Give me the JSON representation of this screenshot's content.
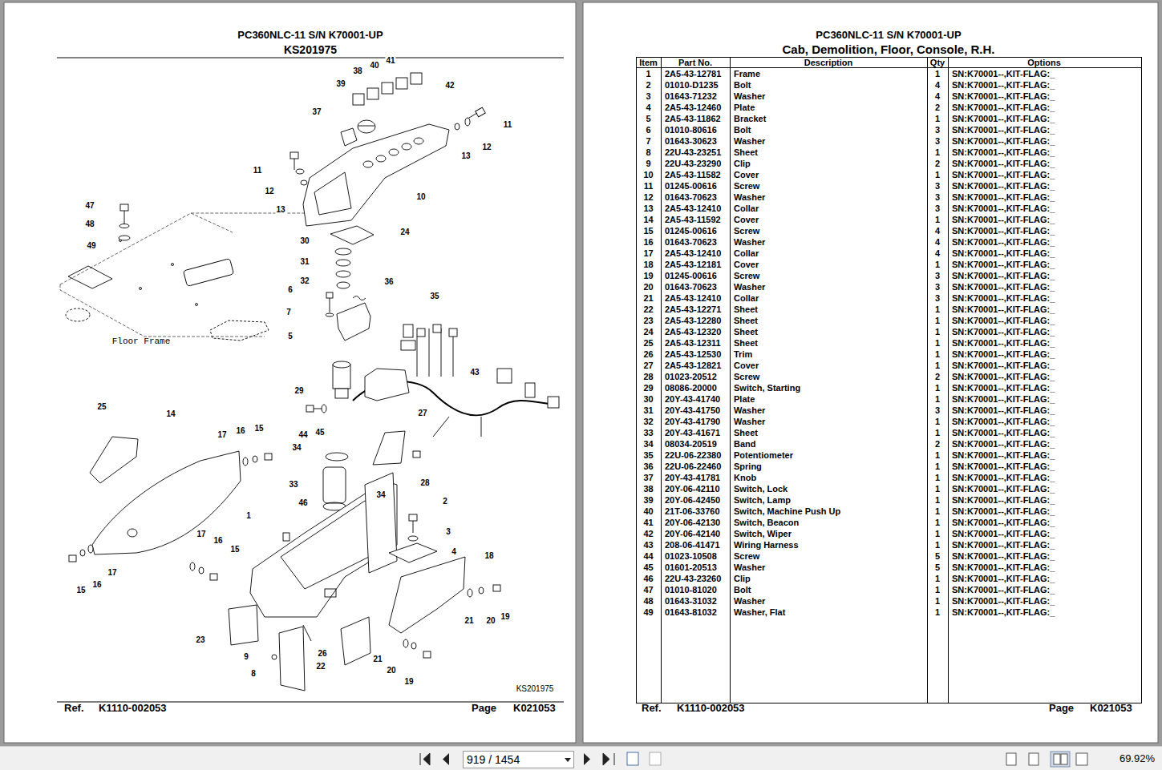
{
  "diagram": {
    "title": "Cab, Demolition, Floor, Console, R.H.",
    "labels": [
      "PC360NLC-11 S/N K70001-UP",
      "KS201975",
      "Floor Frame",
      "KS201975",
      "Ref.",
      "K1110-002053",
      "Page",
      "K021053",
      "PC360NLC-11 S/N K70001-UP",
      "Item",
      "Part No.",
      "Description",
      "Qty",
      "Options",
      "1",
      "2A5-43-12781",
      "Frame",
      "1",
      "SN:K70001--,KIT-FLAG:_",
      "2",
      "01010-D1235",
      "Bolt",
      "4",
      "SN:K70001--,KIT-FLAG:_",
      "3",
      "01643-71232",
      "Washer",
      "4",
      "SN:K70001--,KIT-FLAG:_",
      "4",
      "2A5-43-12460",
      "Plate",
      "2",
      "SN:K70001--,KIT-FLAG:_",
      "5",
      "2A5-43-11862",
      "Bracket",
      "1",
      "SN:K70001--,KIT-FLAG:_",
      "6",
      "01010-80616",
      "Bolt",
      "3",
      "SN:K70001--,KIT-FLAG:_",
      "7",
      "01643-30623",
      "Washer",
      "3",
      "SN:K70001--,KIT-FLAG:_",
      "8",
      "22U-43-23251",
      "Sheet",
      "1",
      "SN:K70001--,KIT-FLAG:_",
      "9",
      "22U-43-23290",
      "Clip",
      "2",
      "SN:K70001--,KIT-FLAG:_",
      "10",
      "2A5-43-11582",
      "Cover",
      "1",
      "SN:K70001--,KIT-FLAG:_",
      "11",
      "01245-00616",
      "Screw",
      "3",
      "SN:K70001--,KIT-FLAG:_",
      "12",
      "01643-70623",
      "Washer",
      "3",
      "SN:K70001--,KIT-FLAG:_",
      "13",
      "2A5-43-12410",
      "Collar",
      "3",
      "SN:K70001--,KIT-FLAG:_",
      "14",
      "2A5-43-11592",
      "Cover",
      "1",
      "SN:K70001--,KIT-FLAG:_",
      "15",
      "01245-00616",
      "Screw",
      "4",
      "SN:K70001--,KIT-FLAG:_",
      "16",
      "01643-70623",
      "Washer",
      "4",
      "SN:K70001--,KIT-FLAG:_",
      "17",
      "2A5-43-12410",
      "Collar",
      "4",
      "SN:K70001--,KIT-FLAG:_",
      "18",
      "2A5-43-12181",
      "Cover",
      "1",
      "SN:K70001--,KIT-FLAG:_",
      "19",
      "01245-00616",
      "Screw",
      "3",
      "SN:K70001--,KIT-FLAG:_",
      "20",
      "01643-70623",
      "Washer",
      "3",
      "SN:K70001--,KIT-FLAG:_",
      "21",
      "2A5-43-12410",
      "Collar",
      "3",
      "SN:K70001--,KIT-FLAG:_",
      "22",
      "2A5-43-12271",
      "Sheet",
      "1",
      "SN:K70001--,KIT-FLAG:_",
      "23",
      "2A5-43-12280",
      "Sheet",
      "1",
      "SN:K70001--,KIT-FLAG:_",
      "24",
      "2A5-43-12320",
      "Sheet",
      "1",
      "SN:K70001--,KIT-FLAG:_",
      "25",
      "2A5-43-12311",
      "Sheet",
      "1",
      "SN:K70001--,KIT-FLAG:_",
      "26",
      "2A5-43-12530",
      "Trim",
      "1",
      "SN:K70001--,KIT-FLAG:_",
      "27",
      "2A5-43-12821",
      "Cover",
      "1",
      "SN:K70001--,KIT-FLAG:_",
      "28",
      "01023-20512",
      "Screw",
      "2",
      "SN:K70001--,KIT-FLAG:_",
      "29",
      "08086-20000",
      "Switch, Starting",
      "1",
      "SN:K70001--,KIT-FLAG:_",
      "30",
      "20Y-43-41740",
      "Plate",
      "1",
      "SN:K70001--,KIT-FLAG:_",
      "31",
      "20Y-43-41750",
      "Washer",
      "3",
      "SN:K70001--,KIT-FLAG:_",
      "32",
      "20Y-43-41790",
      "Washer",
      "1",
      "SN:K70001--,KIT-FLAG:_",
      "33",
      "20Y-43-41671",
      "Sheet",
      "1",
      "SN:K70001--,KIT-FLAG:_",
      "34",
      "08034-20519",
      "Band",
      "2",
      "SN:K70001--,KIT-FLAG:_",
      "35",
      "22U-06-22380",
      "Potentiometer",
      "1",
      "SN:K70001--,KIT-FLAG:_",
      "36",
      "22U-06-22460",
      "Spring",
      "1",
      "SN:K70001--,KIT-FLAG:_",
      "37",
      "20Y-43-41781",
      "Knob",
      "1",
      "SN:K70001--,KIT-FLAG:_",
      "38",
      "20Y-06-42110",
      "Switch, Lock",
      "1",
      "SN:K70001--,KIT-FLAG:_",
      "39",
      "20Y-06-42450",
      "Switch, Lamp",
      "1",
      "SN:K70001--,KIT-FLAG:_",
      "40",
      "21T-06-33760",
      "Switch, Machine Push Up",
      "1",
      "SN:K70001--,KIT-FLAG:_",
      "41",
      "20Y-06-42130",
      "Switch, Beacon",
      "1",
      "SN:K70001--,KIT-FLAG:_",
      "42",
      "20Y-06-42140",
      "Switch, Wiper",
      "1",
      "SN:K70001--,KIT-FLAG:_",
      "43",
      "208-06-41471",
      "Wiring Harness",
      "1",
      "SN:K70001--,KIT-FLAG:_",
      "44",
      "01023-10508",
      "Screw",
      "5",
      "SN:K70001--,KIT-FLAG:_",
      "45",
      "01601-20513",
      "Washer",
      "5",
      "SN:K70001--,KIT-FLAG:_",
      "46",
      "22U-43-23260",
      "Clip",
      "1",
      "SN:K70001--,KIT-FLAG:_",
      "47",
      "01010-81020",
      "Bolt",
      "1",
      "SN:K70001--,KIT-FLAG:_",
      "48",
      "01643-31032",
      "Washer",
      "1",
      "SN:K70001--,KIT-FLAG:_",
      "49",
      "01643-81032",
      "Washer, Flat",
      "1",
      "SN:K70001--,KIT-FLAG:_",
      "Ref.",
      "K1110-002053",
      "Page",
      "K021053",
      "41",
      "40",
      "38",
      "39",
      "42",
      "37",
      "11",
      "12",
      "13",
      "11",
      "12",
      "13",
      "10",
      "47",
      "48",
      "49",
      "24",
      "30",
      "31",
      "32",
      "36",
      "35",
      "6",
      "7",
      "5",
      "43",
      "29",
      "27",
      "25",
      "14",
      "17",
      "16",
      "15",
      "44",
      "45",
      "34",
      "28",
      "33",
      "34",
      "2",
      "46",
      "1",
      "3",
      "17",
      "16",
      "15",
      "4",
      "18",
      "15",
      "16",
      "17",
      "23",
      "21",
      "20",
      "19",
      "9",
      "26",
      "21",
      "22",
      "20",
      "8",
      "19",
      "919 / 1454",
      "69.92%"
    ]
  }
}
